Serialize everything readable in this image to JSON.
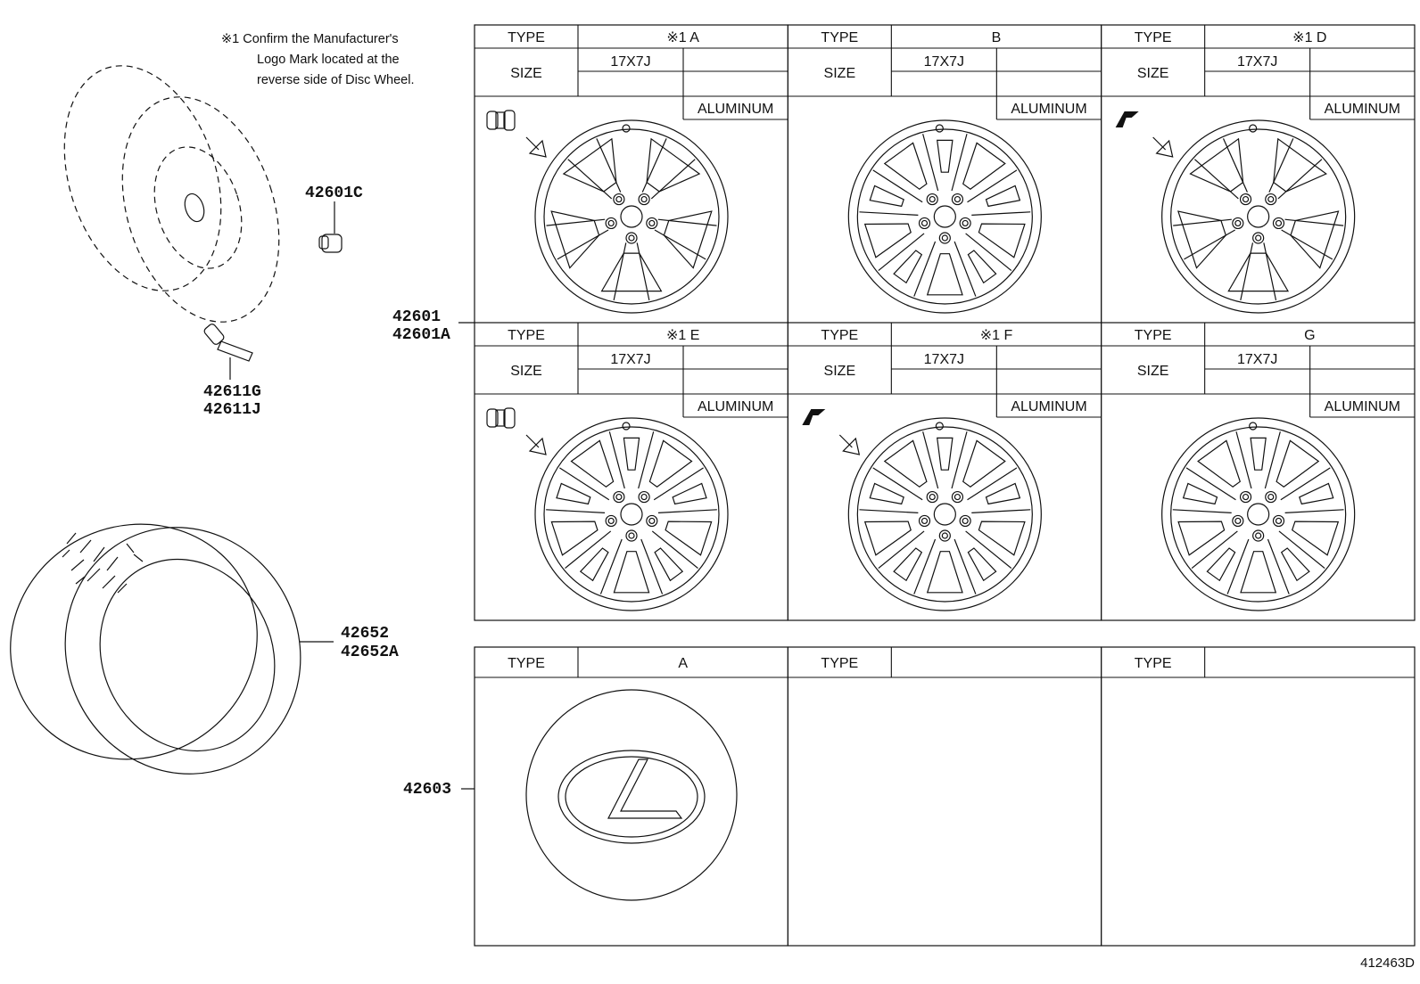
{
  "note": {
    "lines": [
      "※1 Confirm the Manufacturer's",
      "Logo Mark located at the",
      "reverse side of Disc Wheel."
    ]
  },
  "parts": {
    "valve_cap": "42601C",
    "valve_1": "42611G",
    "valve_2": "42611J",
    "wheel_1": "42601",
    "wheel_2": "42601A",
    "tire_1": "42652",
    "tire_2": "42652A",
    "cap": "42603"
  },
  "labels": {
    "type": "TYPE",
    "size": "SIZE",
    "material": "ALUMINUM"
  },
  "wheels": [
    {
      "type": "※1  A",
      "size": "17X7J",
      "material": "ALUMINUM",
      "logo": "valve-logo",
      "style": "double-5"
    },
    {
      "type": "B",
      "size": "17X7J",
      "material": "ALUMINUM",
      "logo": "",
      "style": "ten"
    },
    {
      "type": "※1  D",
      "size": "17X7J",
      "material": "ALUMINUM",
      "logo": "flag-logo",
      "style": "double-5"
    },
    {
      "type": "※1  E",
      "size": "17X7J",
      "material": "ALUMINUM",
      "logo": "valve-logo",
      "style": "ten"
    },
    {
      "type": "※1  F",
      "size": "17X7J",
      "material": "ALUMINUM",
      "logo": "flag-logo",
      "style": "ten"
    },
    {
      "type": "G",
      "size": "17X7J",
      "material": "ALUMINUM",
      "logo": "",
      "style": "ten-split"
    }
  ],
  "caps": [
    {
      "type": "A"
    },
    {
      "type": ""
    },
    {
      "type": ""
    }
  ],
  "diagram_id": "412463D"
}
